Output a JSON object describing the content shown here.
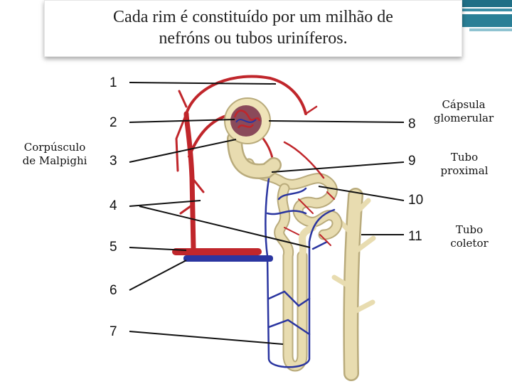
{
  "title": {
    "line1": "Cada rim é constituído por um milhão de",
    "line2": "nefróns ou tubos uriníferos."
  },
  "numbers": [
    "1",
    "2",
    "3",
    "4",
    "5",
    "6",
    "7",
    "8",
    "9",
    "10",
    "11"
  ],
  "labels": {
    "corpusculo": [
      "Corpúsculo",
      "de Malpighi"
    ],
    "capsula": [
      "Cápsula",
      "glomerular"
    ],
    "tubo_proximal": [
      "Tubo",
      "proximal"
    ],
    "tubo_coletor": [
      "Tubo",
      "coletor"
    ]
  },
  "colors": {
    "artery": "#c0262b",
    "vein": "#2a35a0",
    "tubule": "#e8dcb0",
    "accent_band": "#1f6f86"
  }
}
